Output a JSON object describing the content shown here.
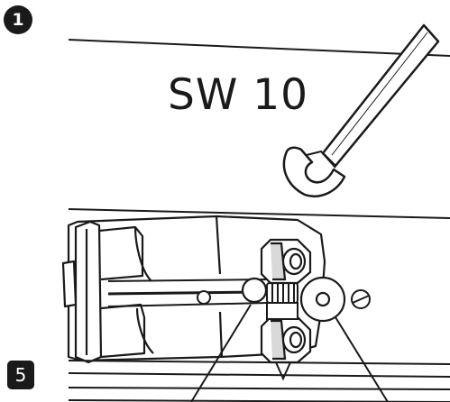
{
  "steps": {
    "first": "1",
    "second": "5"
  },
  "wrench_size_label": "SW 10",
  "colors": {
    "ink": "#1a1a1a",
    "paper": "#ffffff",
    "shade": "#d9d9d9"
  },
  "icons": {
    "tool": "open-end-wrench-icon"
  }
}
